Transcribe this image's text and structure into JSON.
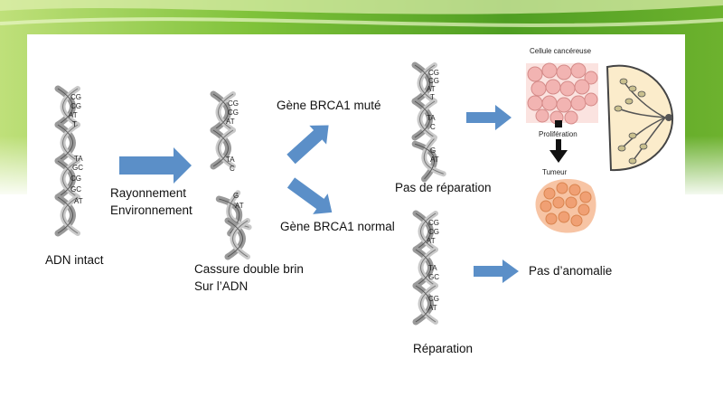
{
  "labels": {
    "intact": "ADN intact",
    "cause_line1": "Rayonnement",
    "cause_line2": "Environnement",
    "break_line1": "Cassure double brin",
    "break_line2": "Sur l’ADN",
    "mutated": "Gène BRCA1 muté",
    "normal": "Gène BRCA1 normal",
    "no_repair": "Pas de réparation",
    "repair": "Réparation",
    "no_anomaly": "Pas d’anomalie",
    "cancer_cell": "Cellule cancéreuse",
    "proliferation": "Prolifération",
    "tumor": "Tumeur"
  },
  "base_pairs": {
    "intact": [
      "CG",
      "CG",
      "AT",
      "T",
      "TA",
      "GC",
      "CG",
      "GC",
      "AT"
    ],
    "broken_top": [
      "CG",
      "CG",
      "AT",
      "TA",
      "C"
    ],
    "broken_bottom": [
      "G",
      "AT"
    ],
    "mutated_top": [
      "CG",
      "CG",
      "AT",
      "T",
      "TA",
      "C"
    ],
    "mutated_bottom": [
      "G",
      "AT"
    ],
    "repaired": [
      "CG",
      "CG",
      "AT",
      "TA",
      "GC",
      "CG",
      "AT"
    ]
  },
  "colors": {
    "arrow": "#5b8fc8",
    "green_dark": "#3f8a1d",
    "green_light": "#9dd04a",
    "cell": "#f2b4b2",
    "tumor": "#f0a074",
    "breast": "#fbeccb"
  }
}
